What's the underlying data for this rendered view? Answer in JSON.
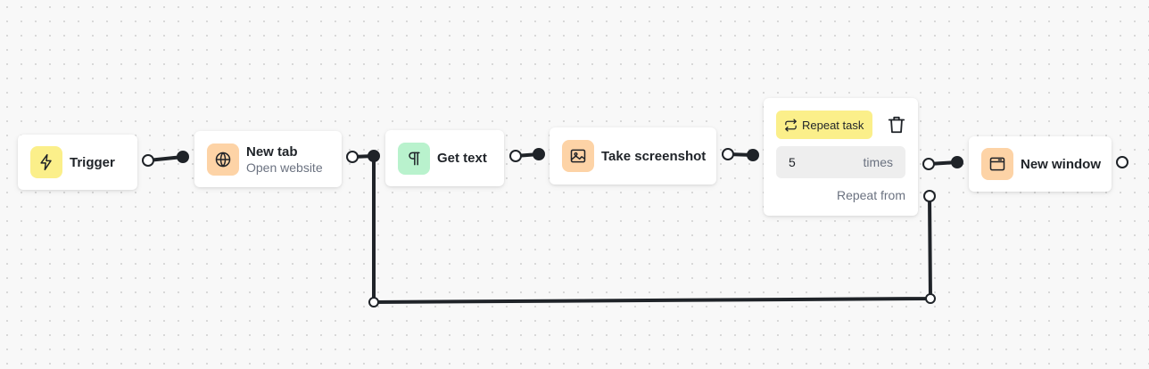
{
  "nodes": {
    "trigger": {
      "title": "Trigger",
      "icon": "lightning-icon"
    },
    "new_tab": {
      "title": "New tab",
      "subtitle": "Open website",
      "icon": "globe-icon"
    },
    "get_text": {
      "title": "Get text",
      "icon": "paragraph-icon"
    },
    "take_screenshot": {
      "title": "Take screenshot",
      "icon": "image-icon"
    },
    "repeat_task": {
      "badge": "Repeat task",
      "icon": "repeat-icon",
      "delete_icon": "trash-icon",
      "count": "5",
      "count_unit": "times",
      "repeat_from_label": "Repeat from"
    },
    "new_window": {
      "title": "New window",
      "icon": "window-icon"
    }
  },
  "colors": {
    "yellow": "#fbef8a",
    "orange": "#fdd3a6",
    "green": "#b9f2cd",
    "edge": "#1f2328"
  }
}
